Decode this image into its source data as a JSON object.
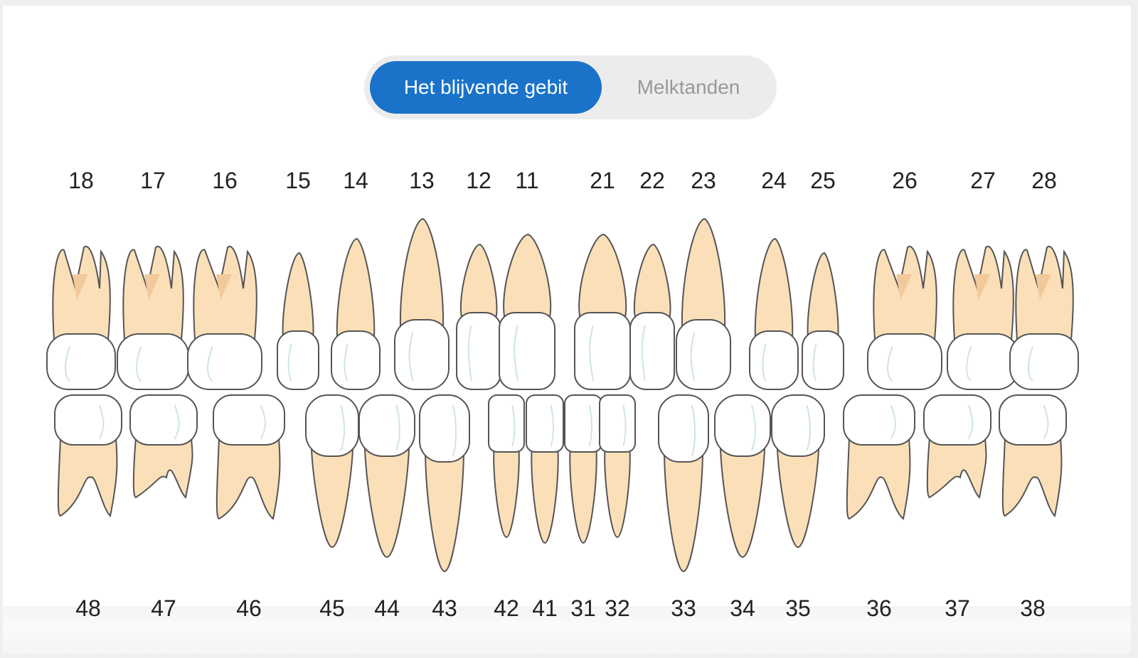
{
  "toggle": {
    "permanent_label": "Het blijvende gebit",
    "milk_label": "Melktanden",
    "selected": "permanent"
  },
  "upper_numbers": [
    "18",
    "17",
    "16",
    "15",
    "14",
    "13",
    "12",
    "11",
    "21",
    "22",
    "23",
    "24",
    "25",
    "26",
    "27",
    "28"
  ],
  "lower_numbers": [
    "48",
    "47",
    "46",
    "45",
    "44",
    "43",
    "42",
    "41",
    "31",
    "32",
    "33",
    "34",
    "35",
    "36",
    "37",
    "38"
  ],
  "colors": {
    "accent": "#1a73c8",
    "root": "#fbdfb8",
    "root_shadow": "#f2c99a",
    "crown": "#ffffff",
    "outline": "#555555"
  }
}
